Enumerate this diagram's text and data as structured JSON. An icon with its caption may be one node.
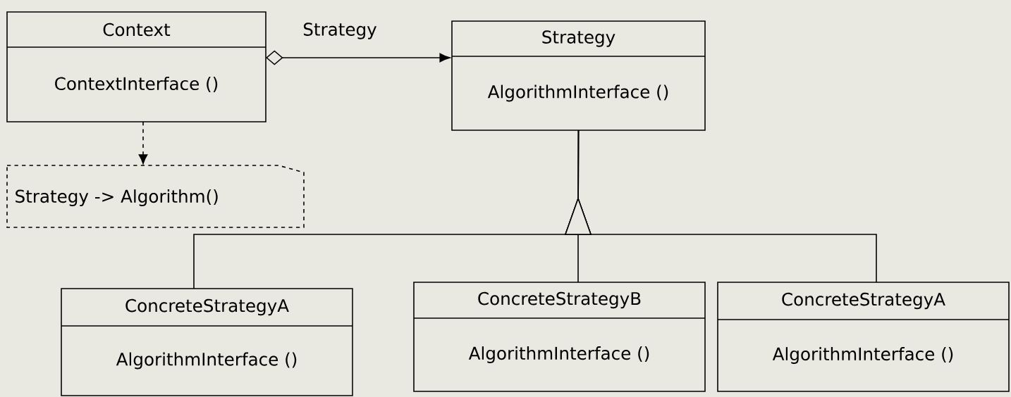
{
  "diagram": {
    "nodes": [
      {
        "text": [
          "Context",
          "ContextInterface ()"
        ]
      },
      {
        "text": [
          "Strategy",
          "AlgorithmInterface ()"
        ]
      },
      {
        "text": [
          "Strategy -> Algorithm()"
        ]
      },
      {
        "text": [
          "ConcreteStrategyA",
          "AlgorithmInterface ()"
        ]
      },
      {
        "text": [
          "ConcreteStrategyB",
          "AlgorithmInterface ()"
        ]
      },
      {
        "text": [
          "ConcreteStrategyA",
          "AlgorithmInterface ()"
        ]
      }
    ],
    "edges": [
      {
        "from": 0,
        "to": 1,
        "arrow": "to",
        "label": "Strategy"
      },
      {
        "from": 0,
        "to": 2,
        "arrow": "to",
        "style": "dashed"
      },
      {
        "from": 3,
        "to": 1,
        "arrow": "to"
      },
      {
        "from": 4,
        "to": 1,
        "arrow": "to"
      },
      {
        "from": 5,
        "to": 1,
        "arrow": "to"
      }
    ]
  }
}
